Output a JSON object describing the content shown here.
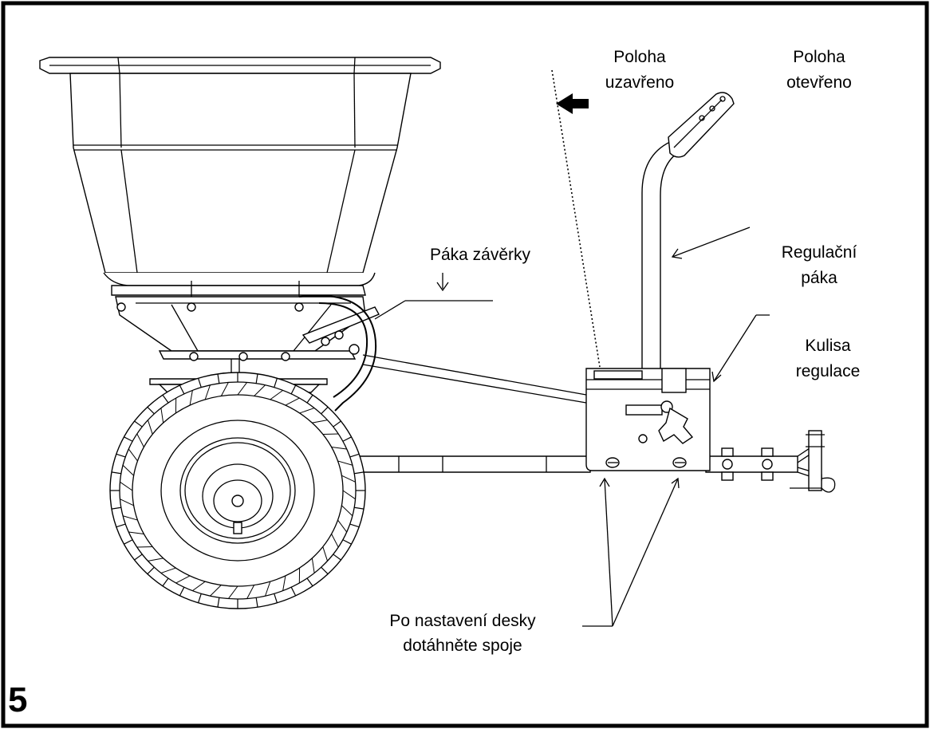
{
  "figure_number": "5",
  "labels": {
    "closed_position": [
      "Poloha",
      "uzavřeno"
    ],
    "open_position": [
      "Poloha",
      "otevřeno"
    ],
    "shutter_lever": "Páka závěrky",
    "control_lever": [
      "Regulační",
      "páka"
    ],
    "control_slot": [
      "Kulisa",
      "regulace"
    ],
    "tighten_note": [
      "Po nastavení desky",
      "dotáhněte spoje"
    ]
  }
}
